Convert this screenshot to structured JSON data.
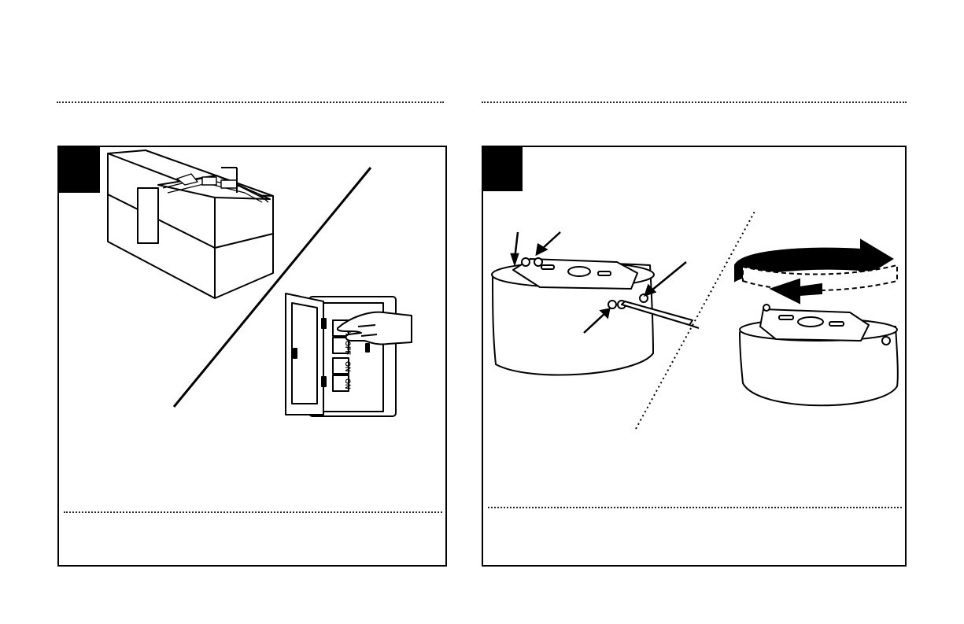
{
  "page": {
    "background": "#ffffff",
    "ink": "#000000"
  },
  "steps": [
    {
      "id": "step-1",
      "number": "",
      "illustration": "carton-and-circuit-breaker-panel",
      "breakers": [
        "OFF",
        "OFF",
        "ON",
        "ON"
      ]
    },
    {
      "id": "step-2",
      "number": "",
      "illustration": "remove-mounting-plate-from-canopy"
    }
  ]
}
